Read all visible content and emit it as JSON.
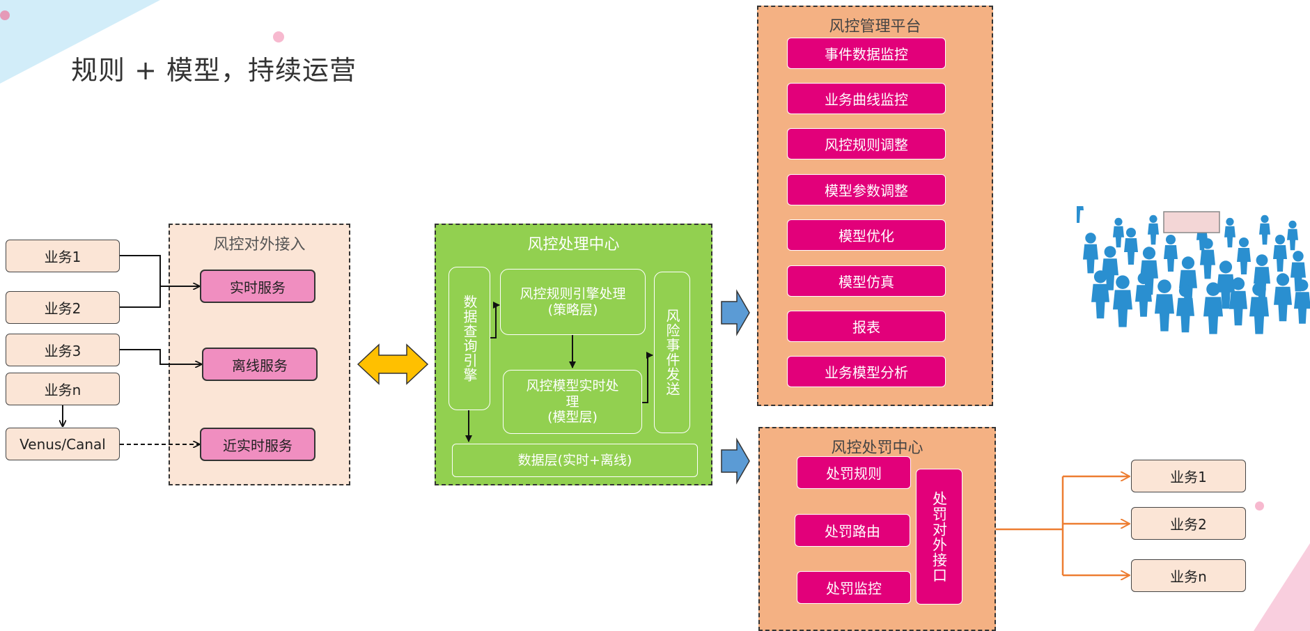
{
  "title": "规则 + 模型，持续运营",
  "access": {
    "title": "风控对外接入",
    "business": [
      "业务1",
      "业务2",
      "业务3",
      "业务n"
    ],
    "source": "Venus/Canal",
    "services": [
      "实时服务",
      "离线服务",
      "近实时服务"
    ]
  },
  "processing": {
    "title": "风控处理中心",
    "query_engine": "数据查询引擎",
    "rule_engine": {
      "line1": "风控规则引擎处理",
      "line2": "(策略层)"
    },
    "model_engine": {
      "line1": "风控模型实时处",
      "line2": "理",
      "line3": "(模型层)"
    },
    "risk_send": "风险事件发送",
    "data_layer": "数据层(实时+离线)"
  },
  "management": {
    "title": "风控管理平台",
    "items": [
      "事件数据监控",
      "业务曲线监控",
      "风控规则调整",
      "模型参数调整",
      "模型优化",
      "模型仿真",
      "报表",
      "业务模型分析"
    ]
  },
  "penalty": {
    "title": "风控处罚中心",
    "items": [
      "处罚规则",
      "处罚路由",
      "处罚监控"
    ],
    "interface": "处罚对外接口"
  },
  "outputs": [
    "业务1",
    "业务2",
    "业务n"
  ],
  "colors": {
    "access_bg": "#fbe5d6",
    "processing_bg": "#92d050",
    "management_bg": "#f4b183",
    "magenta": "#e2007a",
    "pink": "#f08ec0",
    "double_arrow": "#ffc000",
    "block_arrow": "#5b9bd5",
    "output_arrow": "#ed7d31"
  },
  "icons": [
    "double-arrow-icon",
    "block-arrow-icon",
    "people-crowd-icon"
  ]
}
